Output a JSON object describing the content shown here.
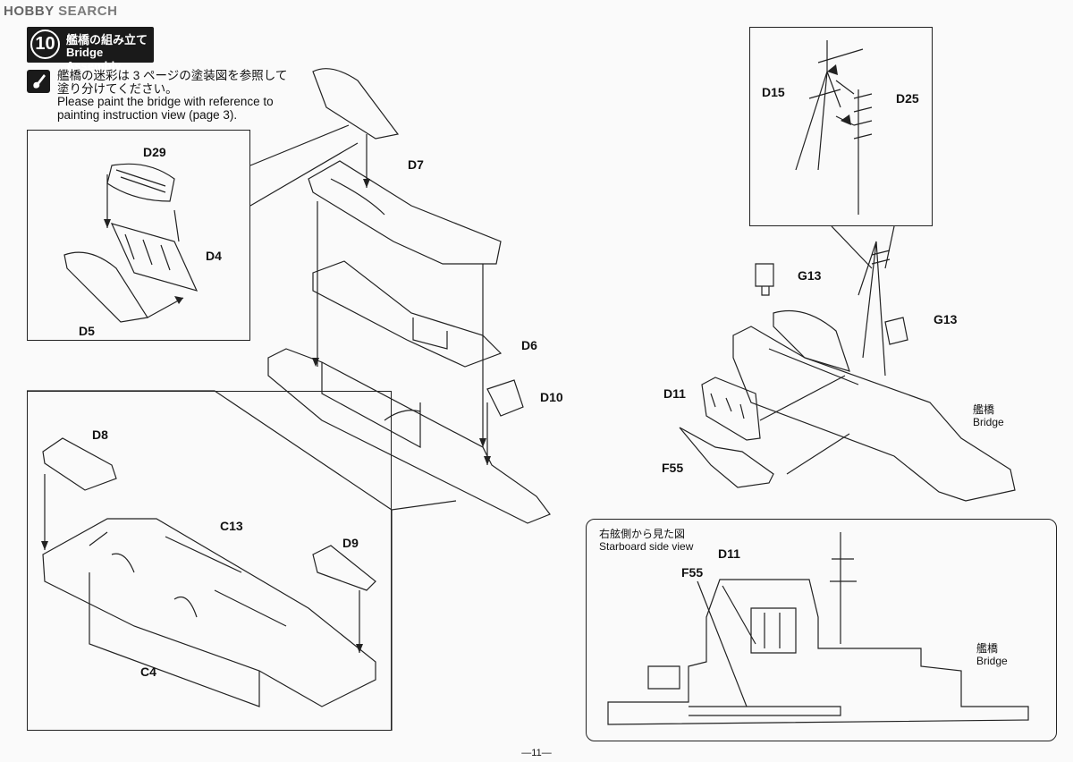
{
  "watermark": {
    "brand": "HOBBY",
    "suffix": "SEARCH"
  },
  "step": {
    "number": "10",
    "title_jp": "艦橋の組み立て",
    "title_en": "Bridge Assembly"
  },
  "note": {
    "text": "艦橋の迷彩は 3 ページの塗装図を参照して\n塗り分けてください。\nPlease paint the bridge with reference to\npainting instruction view (page 3)."
  },
  "parts": {
    "d29": "D29",
    "d4": "D4",
    "d5": "D5",
    "d7": "D7",
    "d6": "D6",
    "d10": "D10",
    "d8": "D8",
    "c13": "C13",
    "d9": "D9",
    "c4": "C4",
    "d15": "D15",
    "d25": "D25",
    "g13a": "G13",
    "g13b": "G13",
    "d11": "D11",
    "f55": "F55",
    "d11s": "D11",
    "f55s": "F55"
  },
  "bridge_label": "艦橋\nBridge",
  "side_view": {
    "title": "右舷側から見た図\nStarboard side view",
    "bridge_label": "艦橋\nBridge"
  },
  "page_number": "—11—"
}
